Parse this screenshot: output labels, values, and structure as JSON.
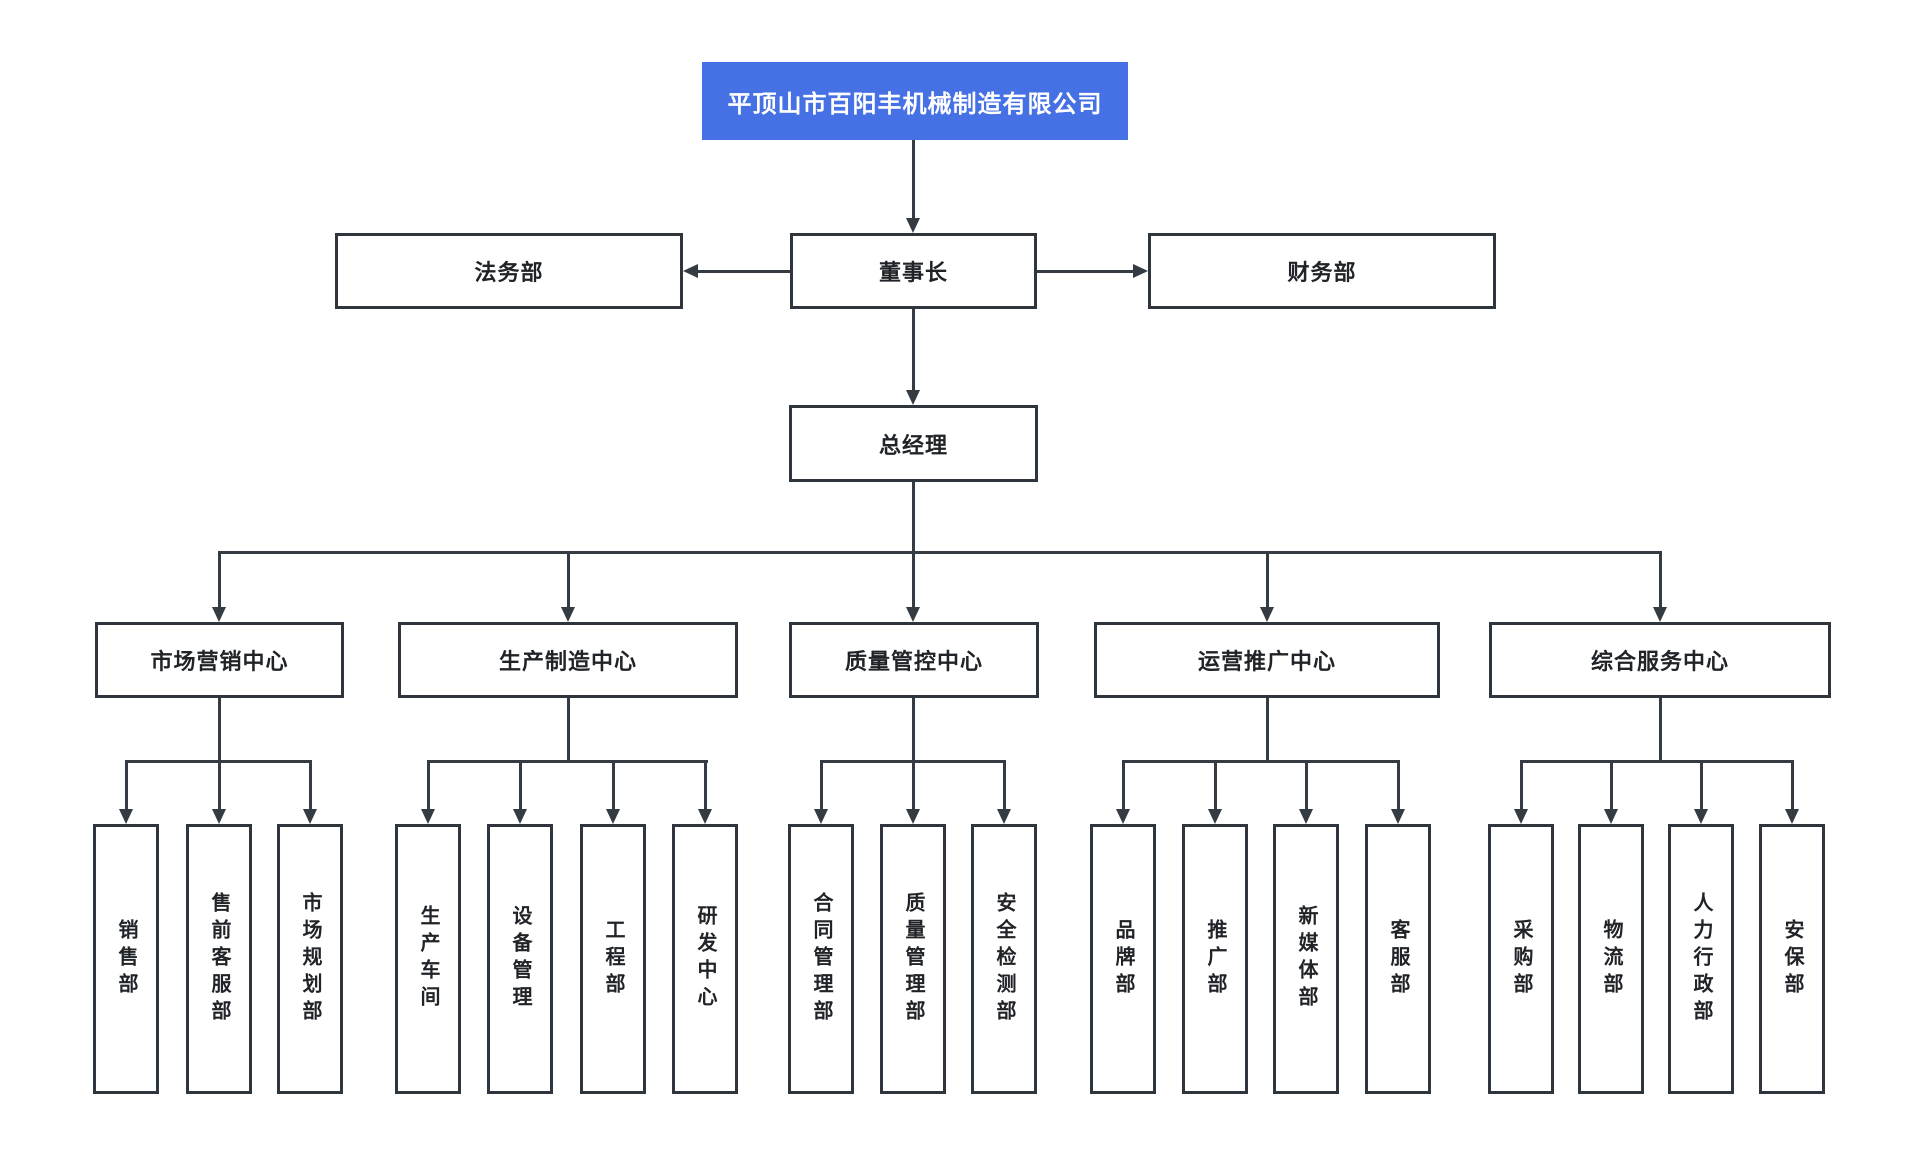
{
  "company": {
    "name": "平顶山市百阳丰机械制造有限公司"
  },
  "executives": {
    "chairman": "董事长",
    "general_manager": "总经理"
  },
  "departments": {
    "legal": "法务部",
    "finance": "财务部"
  },
  "centers": [
    {
      "label": "市场营销中心",
      "children": [
        "销售部",
        "售前客服部",
        "市场规划部"
      ]
    },
    {
      "label": "生产制造中心",
      "children": [
        "生产车间",
        "设备管理",
        "工程部",
        "研发中心"
      ]
    },
    {
      "label": "质量管控中心",
      "children": [
        "合同管理部",
        "质量管理部",
        "安全检测部"
      ]
    },
    {
      "label": "运营推广中心",
      "children": [
        "品牌部",
        "推广部",
        "新媒体部",
        "客服部"
      ]
    },
    {
      "label": "综合服务中心",
      "children": [
        "采购部",
        "物流部",
        "人力行政部",
        "安保部"
      ]
    }
  ],
  "colors": {
    "background": "#ffffff",
    "root_bg": "#4671e4",
    "root_text": "#ffffff",
    "box_bg": "#ffffff",
    "box_border": "#2e353d",
    "line": "#343b43",
    "text": "#202428"
  }
}
